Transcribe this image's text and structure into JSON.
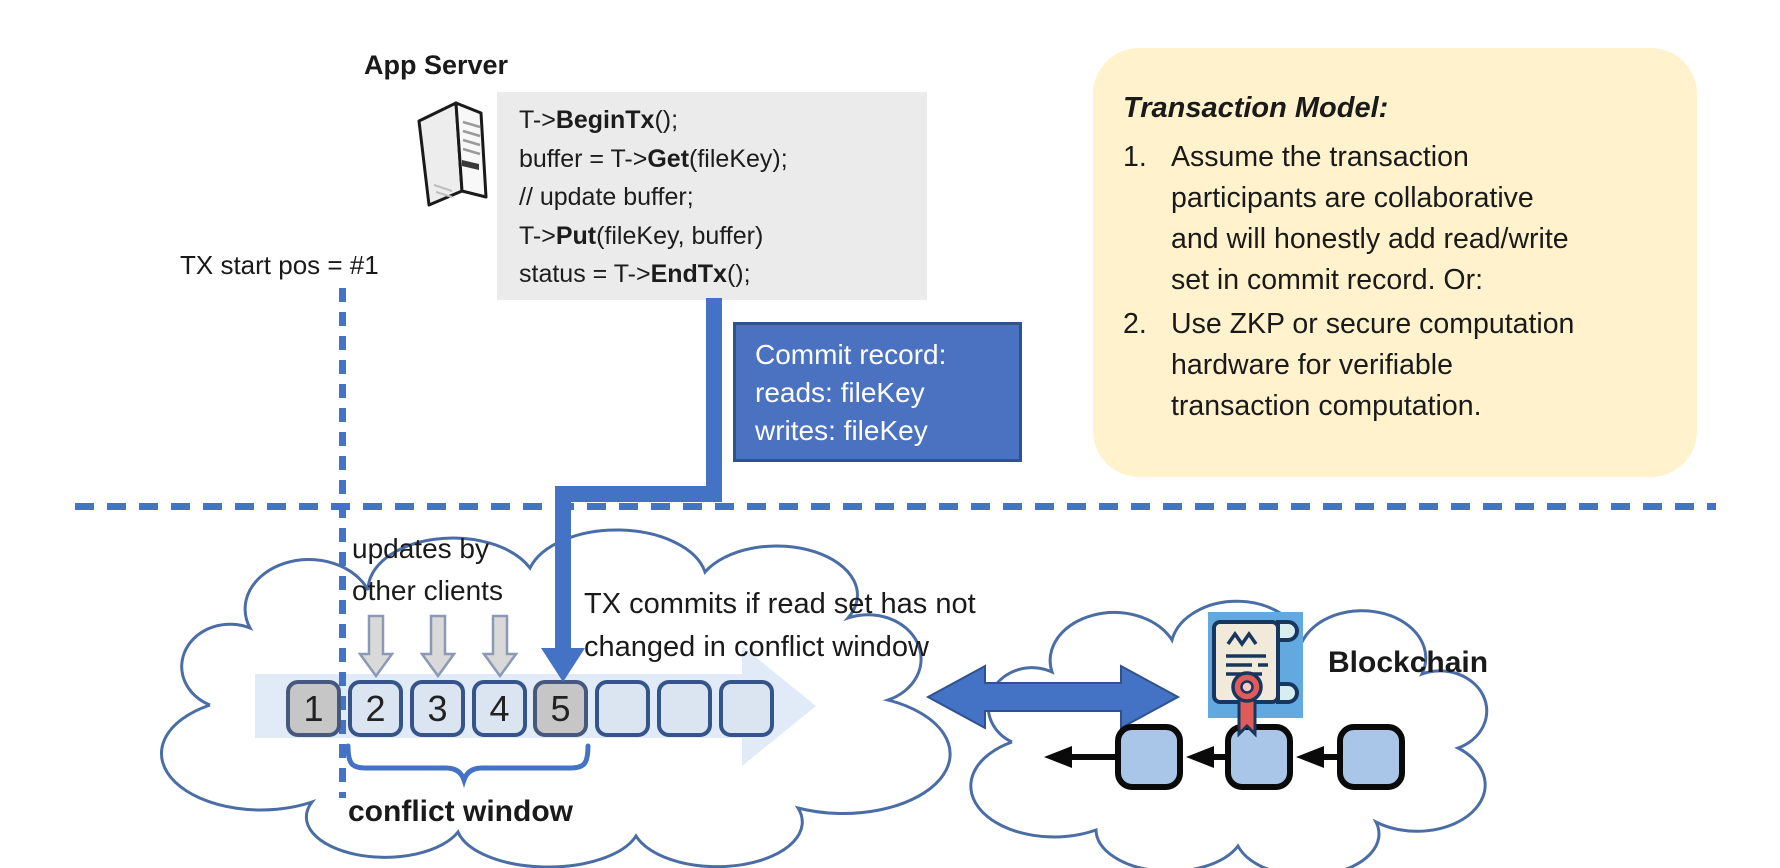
{
  "colors": {
    "accent_blue": "#4472C4",
    "accent_blue_dark": "#2F528F",
    "slot_blue_fill": "#DBE5F1",
    "slot_gray_fill": "#C6C6C6",
    "slot_border": "#35548A",
    "band_fill": "#DCE8F6",
    "note_fill": "#FFF2CC",
    "code_bg": "#EBEBEB",
    "cloud_stroke": "#4A6DA6",
    "block_fill": "#A9C5E8",
    "contract_bg": "#62A9E2"
  },
  "app_server": {
    "label": "App Server"
  },
  "code_block": {
    "lines": [
      {
        "pre": "T->",
        "bold": "BeginTx",
        "post": "();"
      },
      {
        "pre": "buffer = T->",
        "bold": "Get",
        "post": "(fileKey);"
      },
      {
        "pre": "// update buffer;",
        "bold": "",
        "post": ""
      },
      {
        "pre": "T->",
        "bold": "Put",
        "post": "(fileKey, buffer)"
      },
      {
        "pre": "status = T->",
        "bold": "EndTx",
        "post": "();"
      }
    ]
  },
  "tx_start_label": "TX start pos = #1",
  "commit_record": {
    "lines": [
      "Commit record:",
      "reads: fileKey",
      "writes: fileKey"
    ]
  },
  "transaction_model": {
    "title": "Transaction Model:",
    "items": [
      {
        "num": "1.",
        "lines": [
          "Assume the transaction",
          "participants are collaborative",
          "and will honestly add read/write",
          "set in commit record.  Or:"
        ]
      },
      {
        "num": "2.",
        "lines": [
          "Use ZKP or secure computation",
          "hardware for verifiable",
          "transaction computation."
        ]
      }
    ]
  },
  "timeline": {
    "updates_label_lines": [
      "updates by",
      "other clients"
    ],
    "commits_label_lines": [
      "TX commits if read set has not",
      "changed in conflict window"
    ],
    "conflict_window_label": "conflict window",
    "slots": [
      {
        "label": "1"
      },
      {
        "label": "2"
      },
      {
        "label": "3"
      },
      {
        "label": "4"
      },
      {
        "label": "5"
      },
      {
        "label": ""
      },
      {
        "label": ""
      },
      {
        "label": ""
      }
    ]
  },
  "blockchain": {
    "label": "Blockchain"
  }
}
